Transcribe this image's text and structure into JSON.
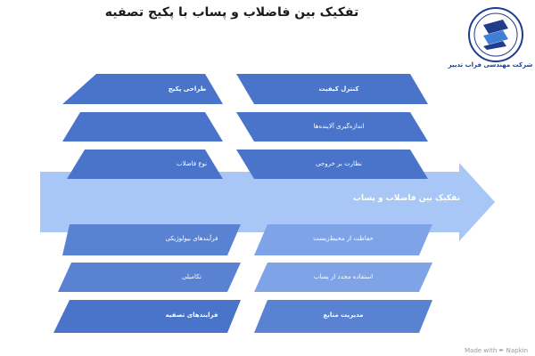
{
  "title": "تفکیک بین فاضلاب و پساب با پکیج تصفیه",
  "logo": {
    "caption": "شرکت مهندسی فراب تدبیر"
  },
  "spine": {
    "label": "تفکیک بین فاضلاب و پساب"
  },
  "top_left": [
    {
      "label": "طراحی پکیج"
    },
    {
      "label": ""
    },
    {
      "label": "نوع فاضلاب"
    }
  ],
  "top_right": [
    {
      "label": "کنترل کیفیت"
    },
    {
      "label": "اندازه‌گیری آلاینده‌ها"
    },
    {
      "label": "نظارت بر خروجی"
    }
  ],
  "bottom_left": [
    {
      "label": "فرآیندهای بیولوژیکی"
    },
    {
      "label": "تکامیلی"
    },
    {
      "label": "فرایندهای تصفیه"
    }
  ],
  "bottom_right": [
    {
      "label": "حفاظت از محیط‌زیست"
    },
    {
      "label": "استفاده مجدد از پساب"
    },
    {
      "label": "مدیریت منابع"
    }
  ],
  "watermark": "Made with ✒ Napkin",
  "colors": {
    "box_dark": "#4a74c9",
    "box_mid": "#5a82d2",
    "box_light": "#7ea3e6",
    "spine": "#a9c7f6",
    "logo_blue": "#1f3d8c"
  }
}
